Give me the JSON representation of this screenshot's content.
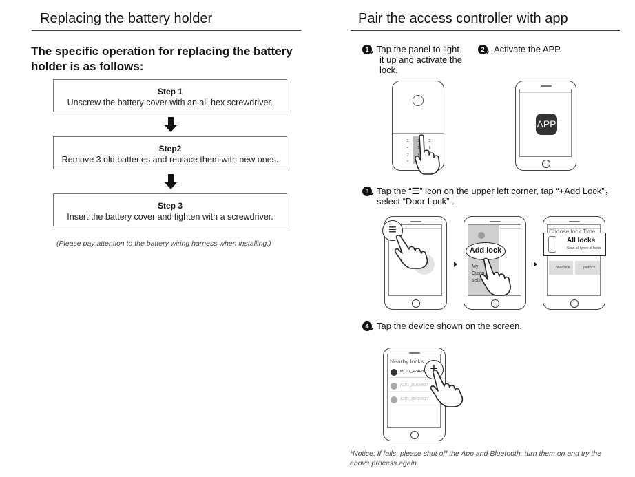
{
  "left": {
    "title": "Replacing the battery holder",
    "subhead": "The specific operation for replacing the battery holder is as follows:",
    "steps": [
      {
        "title": "Step 1",
        "text": "Unscrew the battery cover with an all-hex screwdriver."
      },
      {
        "title": "Step2",
        "text": "Remove 3 old batteries and replace them with new ones."
      },
      {
        "title": "Step 3",
        "text": "Insert the battery cover and tighten with a screwdriver."
      }
    ],
    "note": "(Please pay attention to the battery wiring harness when installing.)"
  },
  "right": {
    "title": "Pair the access controller with app",
    "steps": [
      {
        "num": "1",
        "lines": [
          "Tap the panel to light",
          "it up and activate the",
          "lock."
        ]
      },
      {
        "num": "2",
        "lines": [
          "Activate the APP."
        ]
      },
      {
        "num": "3",
        "lines": [
          "Tap the “☰” icon on the upper left corner, tap “+Add Lock”，",
          "select “Door Lock” ."
        ]
      },
      {
        "num": "4",
        "lines": [
          "Tap the device shown on the  screen."
        ]
      }
    ],
    "app_icon_label": "APP",
    "keypad": [
      "1",
      "2",
      "3",
      "4",
      "5",
      "6",
      "7",
      "8",
      "9",
      "*",
      "0",
      "#"
    ],
    "phone3a": {
      "menu_label": "≡"
    },
    "phone3b": {
      "add_lock": "Add lock",
      "menu_items": [
        "My",
        "Custo",
        "setti"
      ]
    },
    "phone3c": {
      "header": "Choose lock Type",
      "all_locks": "All locks",
      "all_locks_sub": "Scan all types of locks",
      "door_lock": "door lock",
      "padlock": "padlock"
    },
    "phone4": {
      "header": "Nearby locks",
      "devices": [
        "MC01_42AE8",
        "A201_2510V827",
        "A201_25F0V627"
      ],
      "plus": "+"
    },
    "notice": "*Notice: If fails, please shut off the App and Bluetooth, turn them on and try the above process again."
  },
  "colors": {
    "text": "#111111",
    "rule": "#333333",
    "box_border": "#777777",
    "badge": "#111111",
    "screen_gray": "#cfcfcf"
  }
}
